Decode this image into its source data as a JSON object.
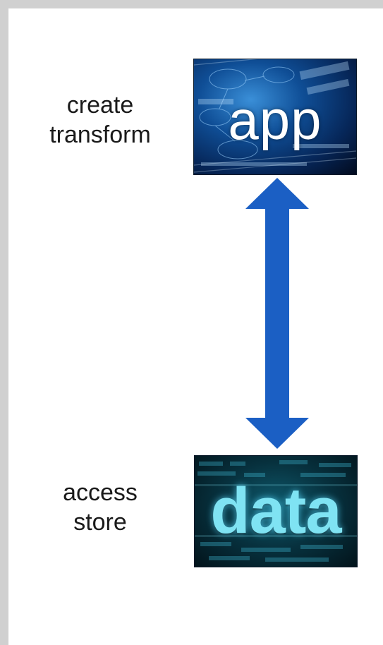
{
  "app_node": {
    "lines": [
      "create",
      "transform"
    ],
    "tile_word": "app"
  },
  "data_node": {
    "lines": [
      "access",
      "store"
    ],
    "tile_word": "data"
  },
  "connector": {
    "type": "double-headed-arrow",
    "color": "#1b5fc4"
  },
  "colors": {
    "frame": "#d0d0d0",
    "text": "#1a1a1a"
  }
}
